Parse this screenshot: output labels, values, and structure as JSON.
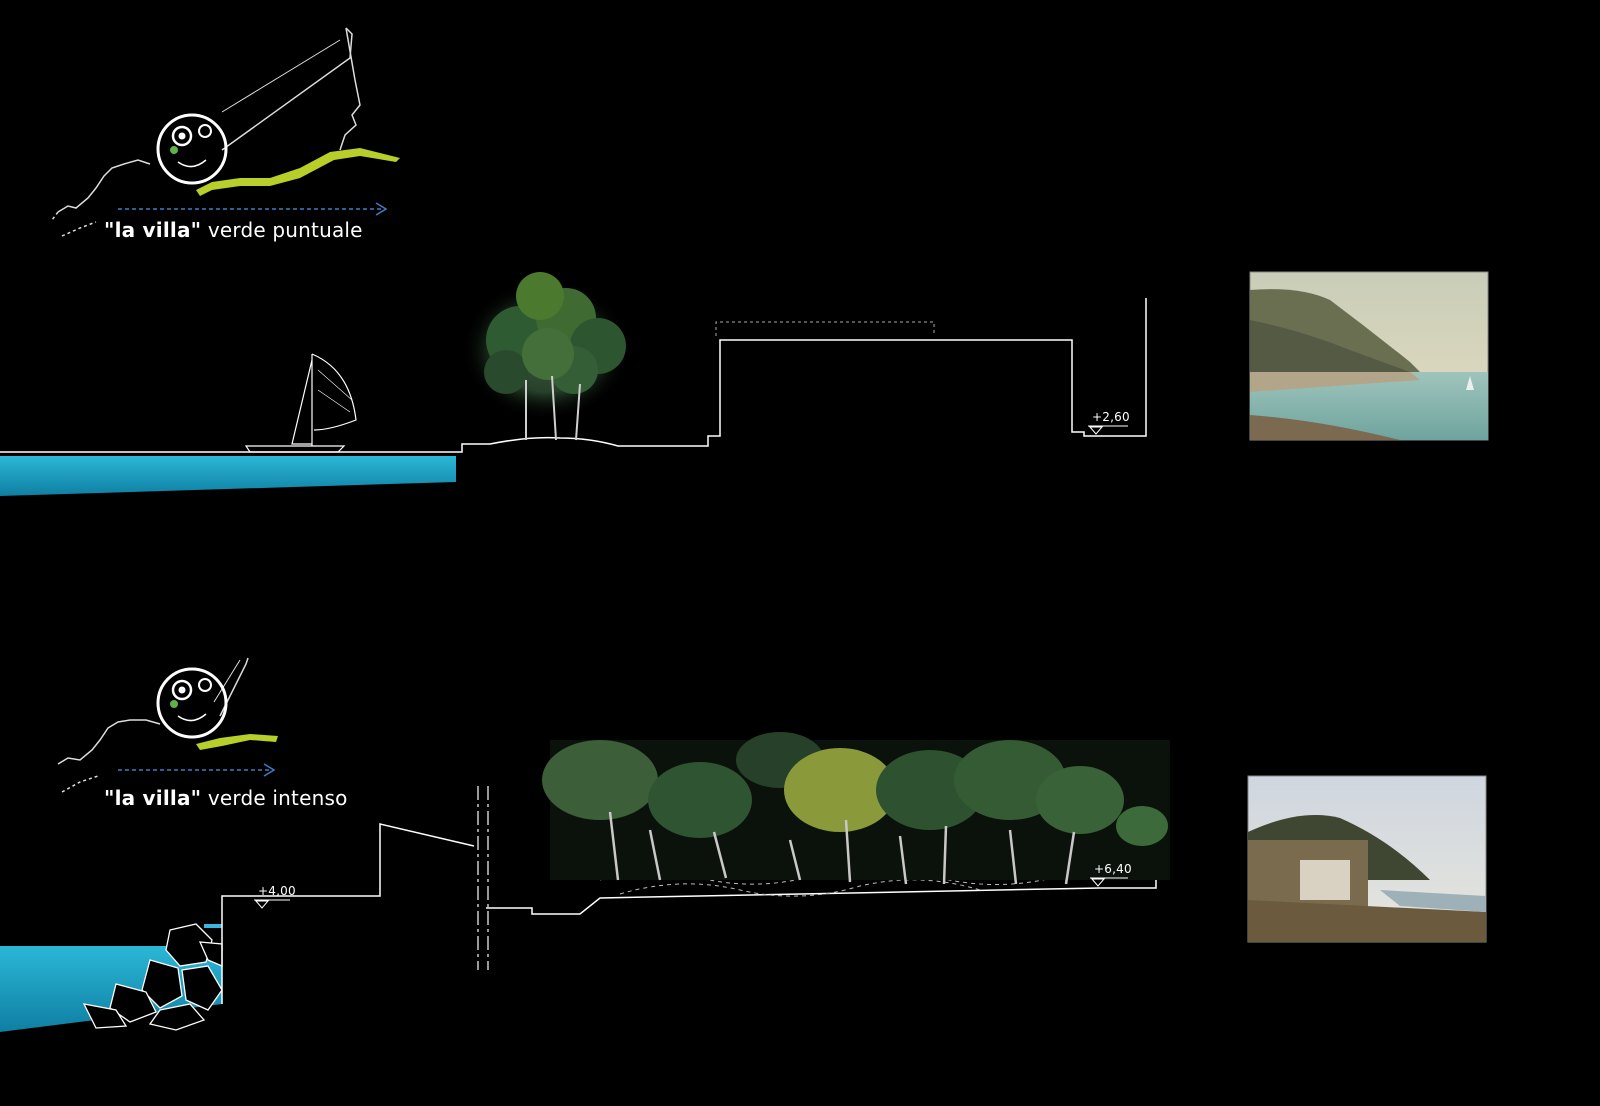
{
  "sections": [
    {
      "title_bold": "\"la villa\"",
      "title_rest": "verde puntuale",
      "elevation": "+2,60"
    },
    {
      "title_bold": "\"la villa\"",
      "title_rest": "verde intenso",
      "elevation_left": "+4,00",
      "elevation_right": "+6,40"
    }
  ],
  "colors": {
    "background": "#000000",
    "water": "#1fa3c4",
    "green_accent": "#b8cf2a",
    "arrow_blue": "#3b7fc4",
    "line": "#ffffff"
  },
  "icons": [
    "sailboat-icon",
    "tree-cluster",
    "painting-thumbnail",
    "location-map-icon"
  ]
}
